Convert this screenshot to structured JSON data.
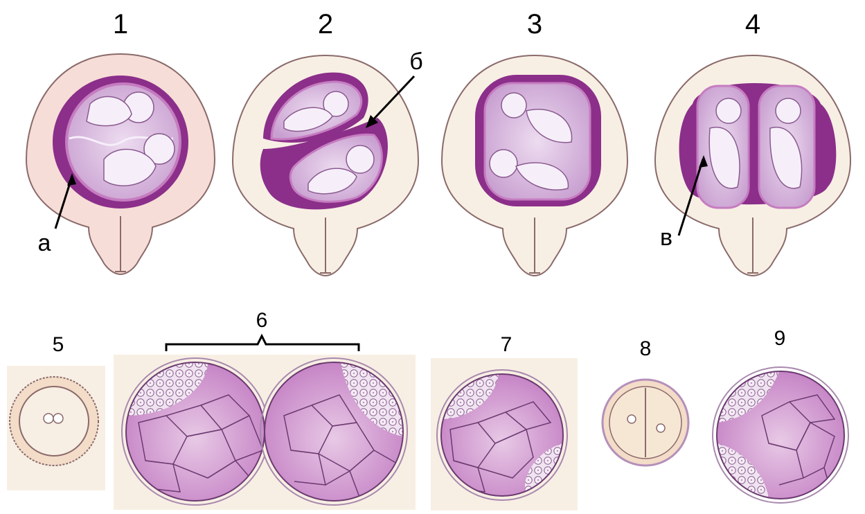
{
  "figure": {
    "panel_numbers": [
      "1",
      "2",
      "3",
      "4",
      "5",
      "6",
      "7",
      "8",
      "9"
    ],
    "pointer_letters": [
      "а",
      "б",
      "в"
    ]
  },
  "colors": {
    "uterus_fill_1": "#f7ddd7",
    "uterus_fill": "#f8efe4",
    "uterus_stroke": "#8a6a6a",
    "placenta": "#8b2f8a",
    "amnion": "#c67cc0",
    "sac_fill": "#d8b6dc",
    "fetus": "#f6effa",
    "cell_fill": "#d9a9d9",
    "cell_line": "#6b3a70",
    "bg_square": "#f8efe4"
  }
}
